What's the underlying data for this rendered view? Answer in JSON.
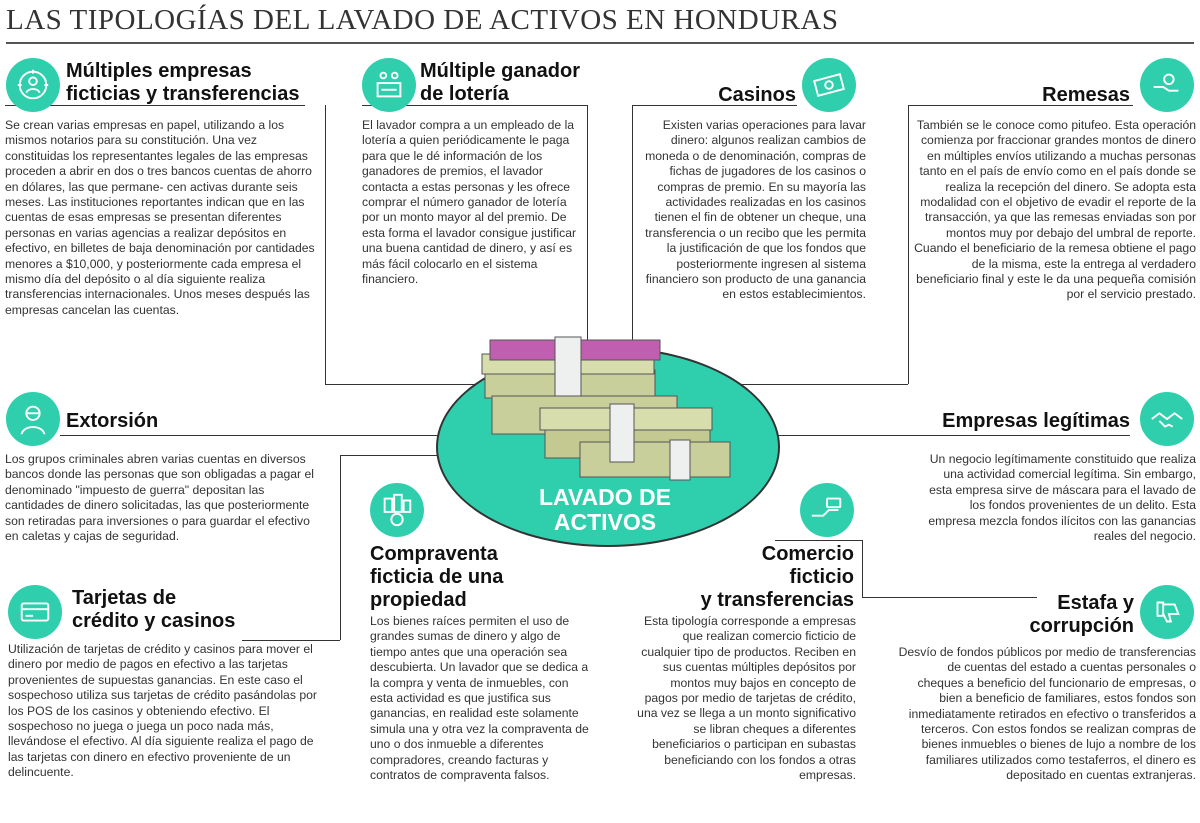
{
  "title": "LAS TIPOLOGÍAS DEL LAVADO DE ACTIVOS EN HONDURAS",
  "center_label": [
    "LAVADO DE",
    "ACTIVOS"
  ],
  "sections": {
    "empresas_ficticias": {
      "heading": [
        "Múltiples empresas",
        "ficticias y transferencias"
      ],
      "body": "Se crean varias empresas en papel, utilizando a los mismos notarios para su constitución. Una vez constituidas los representantes legales de las empresas proceden a abrir en dos o tres bancos cuentas de ahorro en dólares, las que permane- cen activas durante seis meses. Las instituciones reportantes indican que en las cuentas de esas empresas se presentan diferentes personas en varias agencias a realizar depósitos en efectivo, en billetes de baja denominación por cantidades menores a $10,000, y posteriormente cada empresa el mismo día del depósito o al día siguiente realiza transferencias internacionales. Unos meses después las empresas cancelan las cuentas.",
      "icon": "people-transfer-icon"
    },
    "ganador_loteria": {
      "heading": [
        "Múltiple ganador",
        "de lotería"
      ],
      "body": "El lavador compra a un empleado de la lotería a quien periódicamente le paga para que le dé información de los ganadores de premios, el lavador contacta a estas personas y les ofrece comprar el número ganador de lotería por un monto mayor al del premio. De esta forma el lavador consigue justificar una buena cantidad de dinero, y así es más fácil colocarlo en el sistema financiero.",
      "icon": "lottery-icon"
    },
    "casinos": {
      "heading": [
        "Casinos"
      ],
      "body": "Existen varias operaciones para lavar dinero: algunos realizan cambios de moneda o de denominación, compras de fichas de jugadores de los casinos o compras de premio. En su mayoría las actividades realizadas en los casinos tienen el fin de obtener un cheque, una transferencia o un recibo que les permita la justificación de que los fondos que posteriormente ingresen al sistema financiero son producto de una ganancia en estos establecimientos.",
      "icon": "cash-icon"
    },
    "remesas": {
      "heading": [
        "Remesas"
      ],
      "body": "También se le conoce como pitufeo. Esta operación comienza por fraccionar grandes montos de dinero en múltiples envíos utilizando a muchas personas tanto en el país de envío como en el país donde se realiza la recepción del dinero. Se adopta esta modalidad con el objetivo de evadir el reporte de la transacción, ya que las remesas enviadas son por montos muy por debajo del umbral de reporte. Cuando el beneficiario de la remesa obtiene el pago de la misma, este la entrega al verdadero beneficiario final y este le da una pequeña comisión por el servicio prestado.",
      "icon": "hand-money-icon"
    },
    "extorsion": {
      "heading": [
        "Extorsión"
      ],
      "body": "Los grupos criminales abren varias cuentas en diversos bancos donde las personas que son obligadas a pagar el denominado \"impuesto de guerra\" depositan las cantidades de dinero solicitadas, las que posteriormente son retiradas para inversiones o para guardar el efectivo en caletas y cajas de seguridad.",
      "icon": "masked-person-icon"
    },
    "empresas_legitimas": {
      "heading": [
        "Empresas legítimas"
      ],
      "body": "Un negocio legítimamente constituido que realiza una actividad comercial legítima. Sin embargo, esta empresa sirve de máscara para el lavado de los fondos provenientes de un delito. Esta empresa mezcla fondos ilícitos con las ganancias reales del negocio.",
      "icon": "handshake-icon"
    },
    "tarjetas": {
      "heading": [
        "Tarjetas de",
        "crédito y casinos"
      ],
      "body": "Utilización de tarjetas de crédito y casinos para mover el dinero por medio de pagos en efectivo a las tarjetas provenientes de supuestas ganancias. En este caso el sospechoso utiliza sus tarjetas de crédito pasándolas por los POS de los casinos y obteniendo efectivo. El sospechoso no juega o juega un poco nada más, llevándose el efectivo. Al día siguiente realiza el pago de las tarjetas con dinero en efectivo proveniente de un delincuente.",
      "icon": "credit-card-icon"
    },
    "compraventa": {
      "heading": [
        "Compraventa",
        "ficticia de una",
        "propiedad"
      ],
      "body": "Los bienes raíces permiten el uso de grandes sumas de dinero y algo de tiempo antes que una operación sea descubierta. Un lavador que se dedica a la compra y venta de inmuebles, con esta actividad es que justifica sus ganancias, en realidad este solamente simula una y otra vez la compraventa de uno o dos inmueble a diferentes compradores, creando facturas y contratos de compraventa falsos.",
      "icon": "buildings-money-icon"
    },
    "comercio": {
      "heading": [
        "Comercio",
        "ficticio",
        "y transferencias"
      ],
      "body": "Esta tipología corresponde a empresas que realizan comercio ficticio de cualquier tipo de productos. Reciben en sus cuentas múltiples depósitos por montos muy bajos en concepto de pagos por medio de tarjetas de crédito, una vez se llega a un monto significativo se libran cheques a diferentes beneficiarios o participan en subastas beneficiando con los fondos a otras empresas.",
      "icon": "hand-card-icon"
    },
    "estafa": {
      "heading": [
        "Estafa y",
        "corrupción"
      ],
      "body": "Desvío de fondos públicos por medio de transferencias de cuentas del estado a cuentas personales o cheques a beneficio del funcionario de empresas, o bien a beneficio de familiares, estos fondos son inmediatamente retirados en efectivo o transferidos a terceros. Con estos fondos se realizan compras de bienes inmuebles o bienes de lujo a nombre de los familiares utilizados como testaferros, el dinero es depositado en cuentas extranjeras.",
      "icon": "thumbs-down-icon"
    }
  },
  "colors": {
    "accent": "#2fcfae",
    "money": "#c9cf9a",
    "line": "#333333"
  }
}
